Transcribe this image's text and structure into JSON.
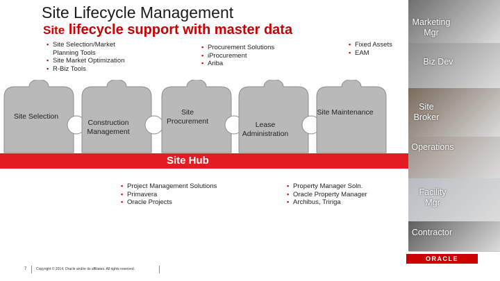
{
  "slide": {
    "title": "Site Lifecycle Management",
    "subtitle_prefix": "Site",
    "subtitle_rest": "lifecycle support with master data",
    "page_number": "7",
    "copyright": "Copyright © 2014, Oracle and/or its affiliates. All rights reserved.",
    "logo": "ORACLE"
  },
  "top_bullets": {
    "selection": [
      "Site Selection/Market Planning Tools",
      "Site Market Optimization",
      "R-Biz Tools"
    ],
    "procurement": [
      "Procurement Solutions",
      "iProcurement",
      "Ariba"
    ],
    "assets": [
      "Fixed Assets",
      "EAM"
    ]
  },
  "bottom_bullets": {
    "projects": [
      "Project Management Solutions",
      "Primavera",
      "Oracle Projects"
    ],
    "property": [
      "Property Manager Soln.",
      "Oracle Property Manager",
      "Archibus, Tririga"
    ]
  },
  "puzzle": {
    "pieces": [
      {
        "label": "Site Selection"
      },
      {
        "label": "Construction Management"
      },
      {
        "label": "Site Procurement"
      },
      {
        "label": "Lease Administration"
      },
      {
        "label": "Site Maintenance"
      }
    ],
    "hub_label": "Site Hub",
    "colors": {
      "piece": "#b9b9b9",
      "piece_edge": "#8c8c8c",
      "hub": "#e31b23"
    }
  },
  "roles": [
    {
      "label": "Marketing Mgr",
      "icon": "marketing-manager-photo",
      "bg": "#6f6f6f"
    },
    {
      "label": "Biz Dev",
      "icon": "business-developer-photo",
      "bg": "#8a8a8a"
    },
    {
      "label": "Site Broker",
      "icon": "site-broker-photo",
      "bg": "#7a6a5c"
    },
    {
      "label": "Operations",
      "icon": "operations-photo",
      "bg": "#9b8f86"
    },
    {
      "label": "Facility Mgr",
      "icon": "facility-manager-photo",
      "bg": "#b8bcc2"
    },
    {
      "label": "Contractor",
      "icon": "contractor-photo",
      "bg": "#5e5e5e"
    }
  ]
}
